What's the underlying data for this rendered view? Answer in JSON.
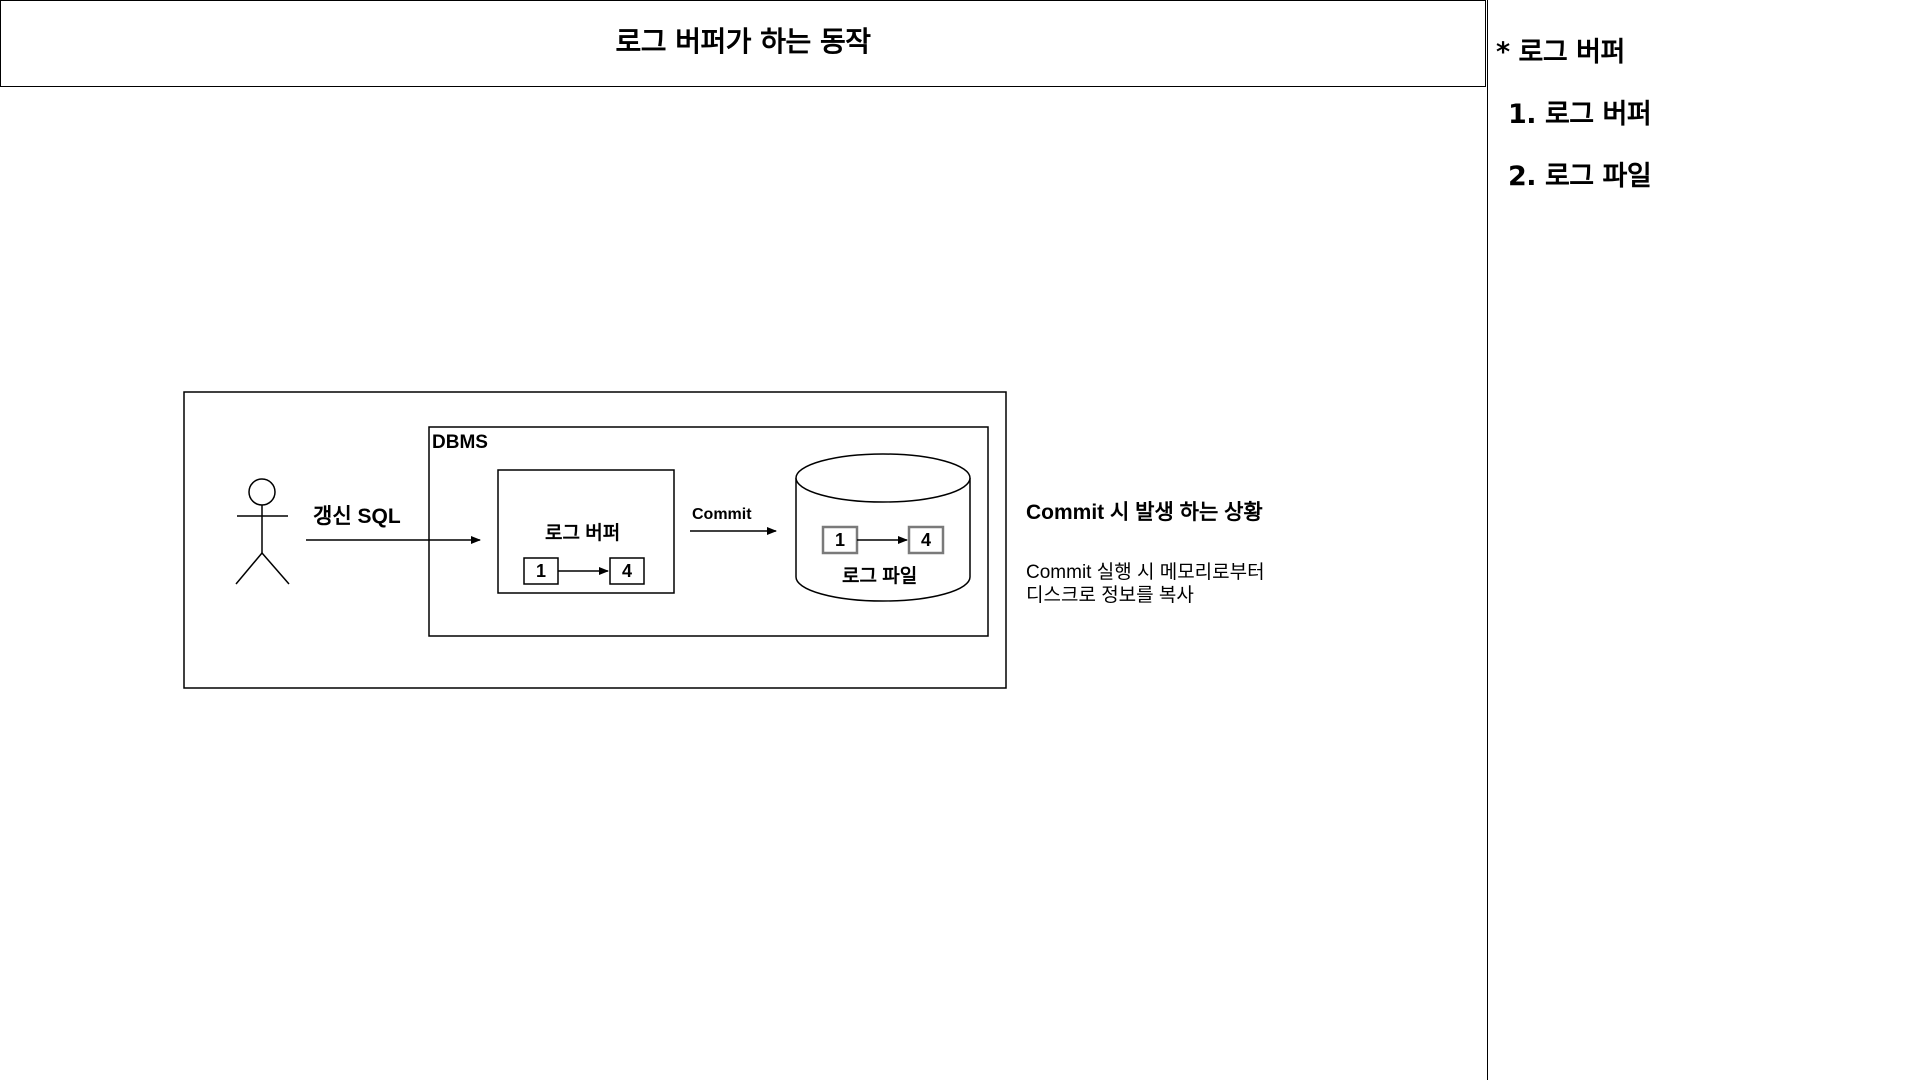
{
  "header": {
    "title": "로그 버퍼가 하는 동작"
  },
  "sidebar": {
    "heading": "* 로그 버퍼",
    "items": [
      {
        "label": "1. 로그 버퍼"
      },
      {
        "label": "2. 로그 파일"
      }
    ]
  },
  "diagram": {
    "actor_label": "갱신 SQL",
    "dbms_label": "DBMS",
    "log_buffer": {
      "label": "로그 버퍼",
      "from": "1",
      "to": "4"
    },
    "commit_label": "Commit",
    "log_file": {
      "label": "로그 파일",
      "from": "1",
      "to": "4"
    }
  },
  "description": {
    "title": "Commit 시 발생 하는 상황",
    "lines": [
      "Commit 실행 시 메모리로부터",
      "디스크로 정보를 복사"
    ]
  }
}
